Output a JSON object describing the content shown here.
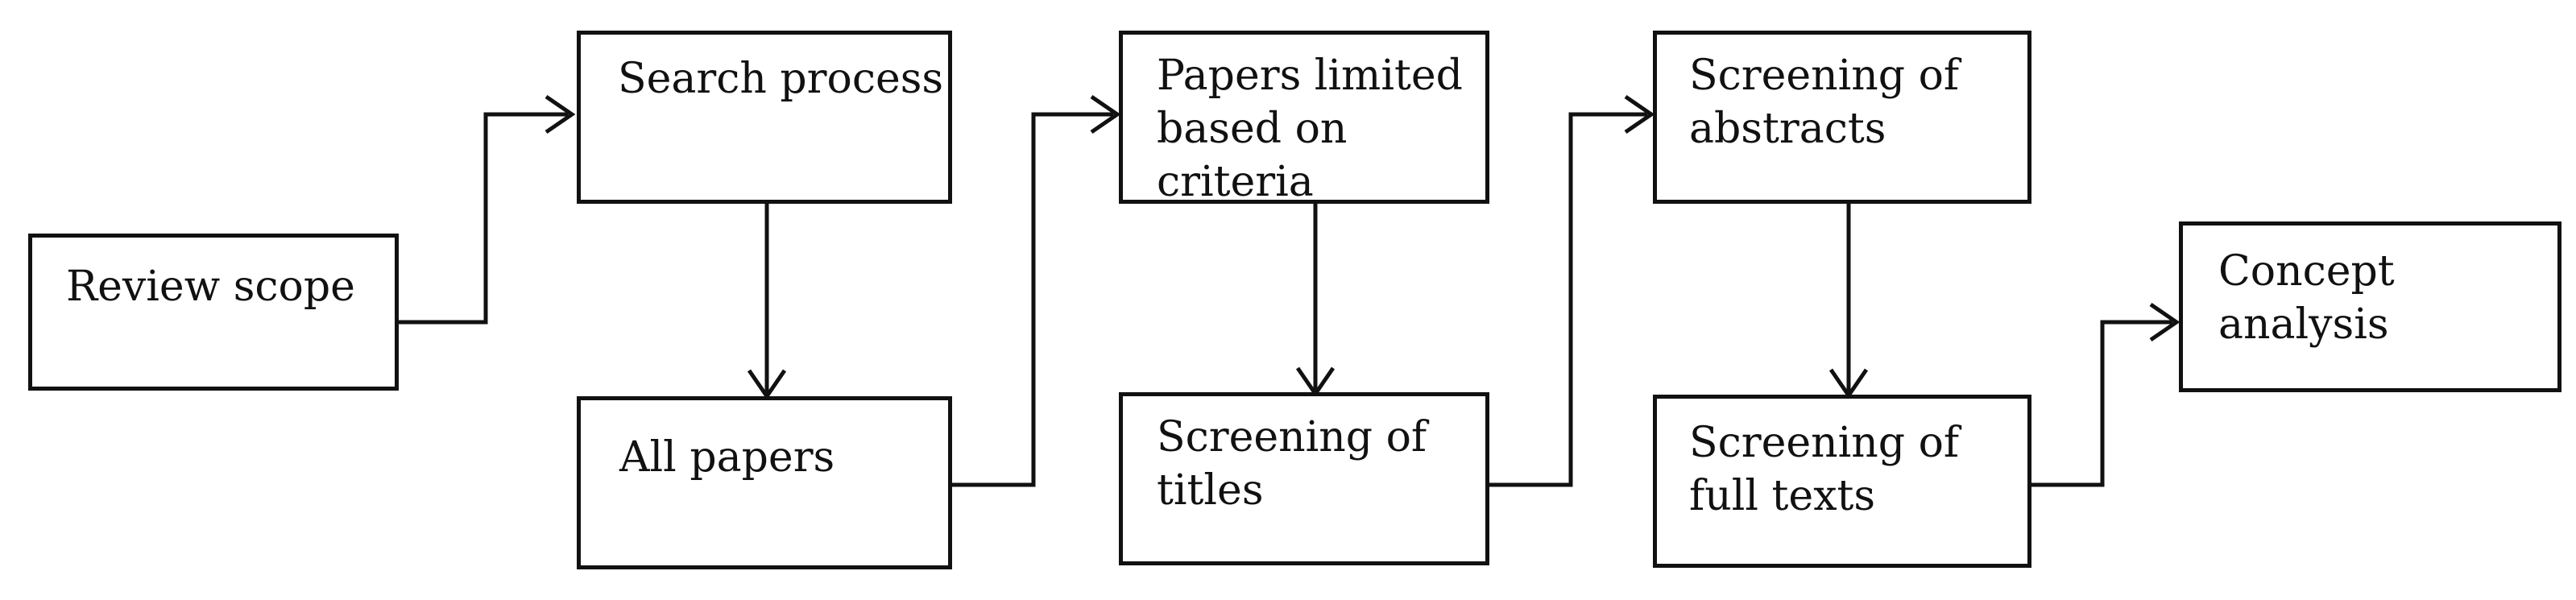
{
  "diagram": {
    "nodes": [
      {
        "id": "review_scope",
        "label": "Review scope"
      },
      {
        "id": "search_process",
        "label": "Search process"
      },
      {
        "id": "all_papers",
        "label": "All papers"
      },
      {
        "id": "papers_limited",
        "label": "Papers limited\nbased on criteria"
      },
      {
        "id": "screening_titles",
        "label": "Screening of\ntitles"
      },
      {
        "id": "screening_abstracts",
        "label": "Screening of\nabstracts"
      },
      {
        "id": "screening_fulltexts",
        "label": "Screening of\nfull texts"
      },
      {
        "id": "concept_analysis",
        "label": "Concept\nanalysis"
      }
    ],
    "edges": [
      {
        "from": "review_scope",
        "to": "search_process"
      },
      {
        "from": "search_process",
        "to": "all_papers"
      },
      {
        "from": "all_papers",
        "to": "papers_limited"
      },
      {
        "from": "papers_limited",
        "to": "screening_titles"
      },
      {
        "from": "screening_titles",
        "to": "screening_abstracts"
      },
      {
        "from": "screening_abstracts",
        "to": "screening_fulltexts"
      },
      {
        "from": "screening_fulltexts",
        "to": "concept_analysis"
      }
    ]
  }
}
